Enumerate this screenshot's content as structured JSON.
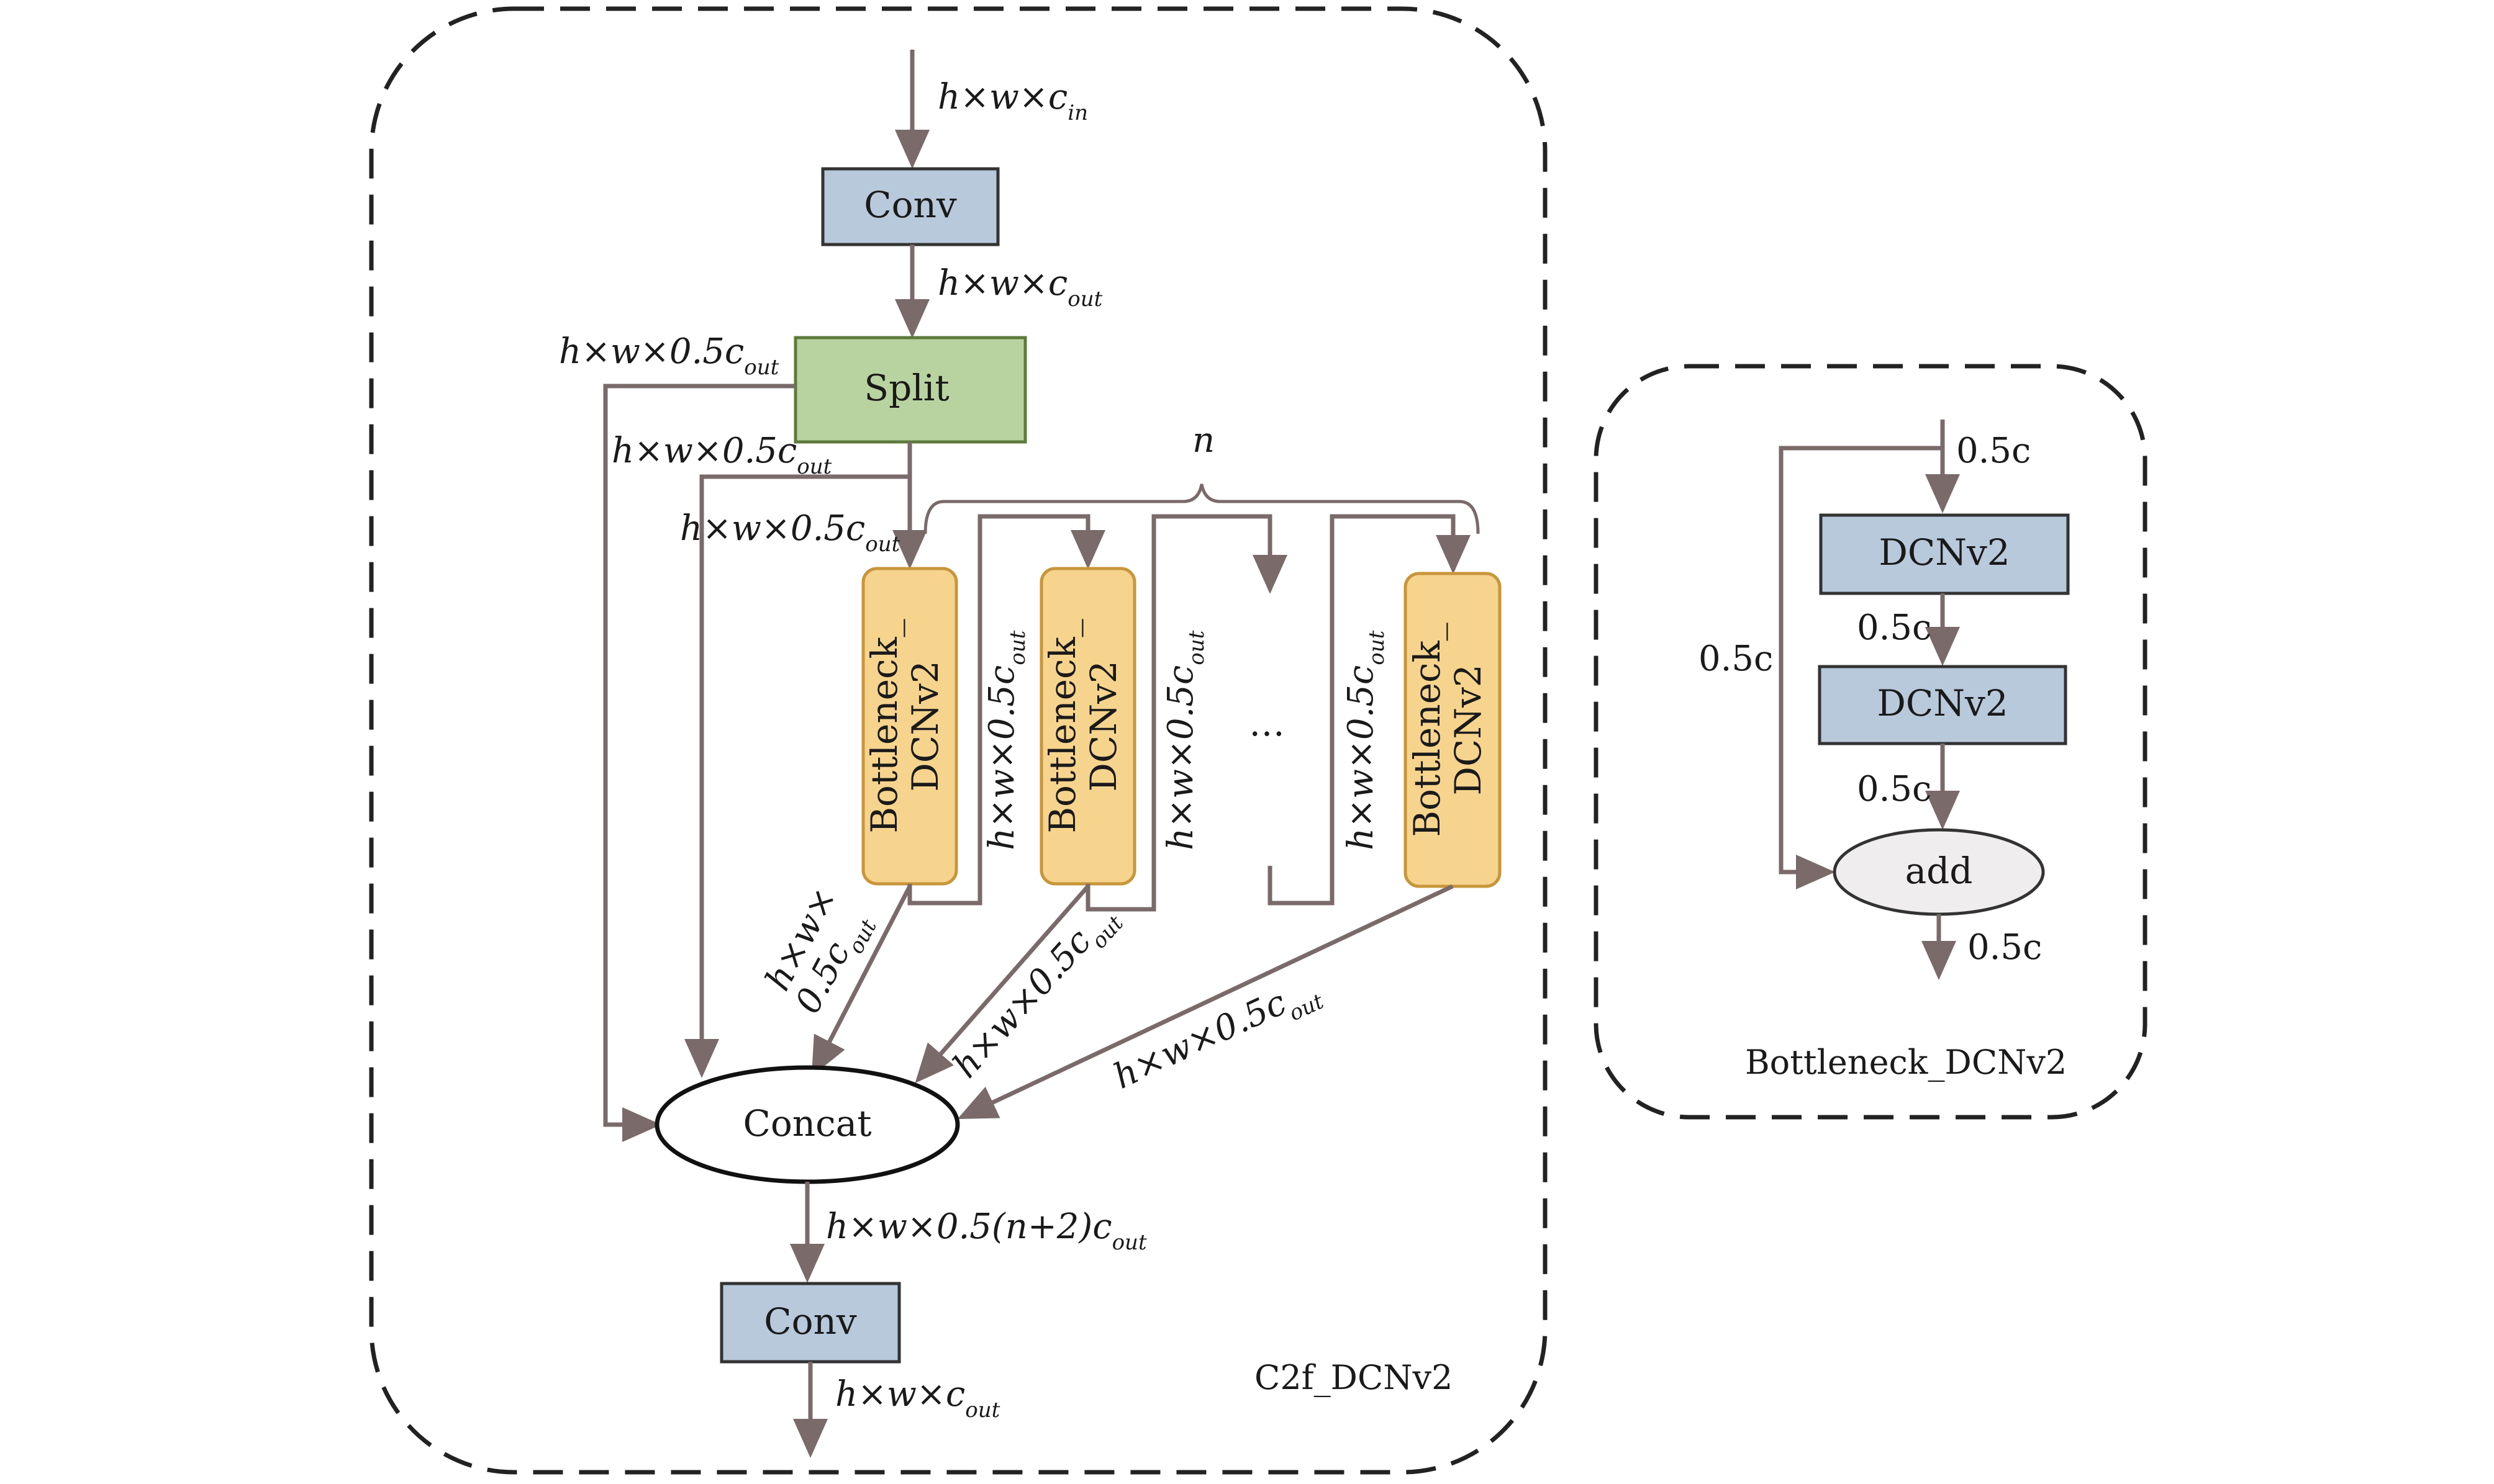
{
  "diagram": {
    "left_panel": {
      "caption": "C2f_DCNv2",
      "nodes": {
        "conv_top": "Conv",
        "split": "Split",
        "bottleneck_line1": "Bottleneck_",
        "bottleneck_line2": "DCNv2",
        "ellipsis": "…",
        "concat": "Concat",
        "conv_bottom": "Conv"
      },
      "brace_label": "n",
      "edge_labels": {
        "input_main": "h×w×c",
        "input_sub": "in",
        "after_conv": "h×w×c",
        "after_conv_sub": "out",
        "split_left": "h×w×0.5c",
        "split_left_sub": "out",
        "split_mid": "h×w×0.5c",
        "split_mid_sub": "out",
        "split_inner": "h×w×0.5c",
        "split_inner_sub": "out",
        "bn1_out": "h×w×0.5c",
        "bn1_out_sub": "out",
        "bn2_out": "h×w×0.5c",
        "bn2_out_sub": "out",
        "bn3_out": "h×w×0.5c",
        "bn3_out_sub": "out",
        "diag1_line1": "h×w×",
        "diag1_line2": "0.5c",
        "diag1_sub": "out",
        "diag2": "h×w×0.5c",
        "diag2_sub": "out",
        "diag3": "h×w×0.5c",
        "diag3_sub": "out",
        "concat_out": "h×w×0.5(n+2)c",
        "concat_out_sub": "out",
        "final_out": "h×w×c",
        "final_out_sub": "out"
      }
    },
    "right_panel": {
      "caption": "Bottleneck_DCNv2",
      "nodes": {
        "dcn1": "DCNv2",
        "dcn2": "DCNv2",
        "add": "add"
      },
      "edge_labels": {
        "input": "0.5c",
        "skip": "0.5c",
        "between": "0.5c",
        "to_add": "0.5c",
        "output": "0.5c"
      }
    },
    "colors": {
      "conv_fill": "#b8c9dc",
      "split_fill": "#b9d3a0",
      "bottleneck_fill": "#f6d48e",
      "bottleneck_stroke": "#c8963a",
      "arrow": "#7a6a6a",
      "add_fill": "#efeded"
    }
  }
}
